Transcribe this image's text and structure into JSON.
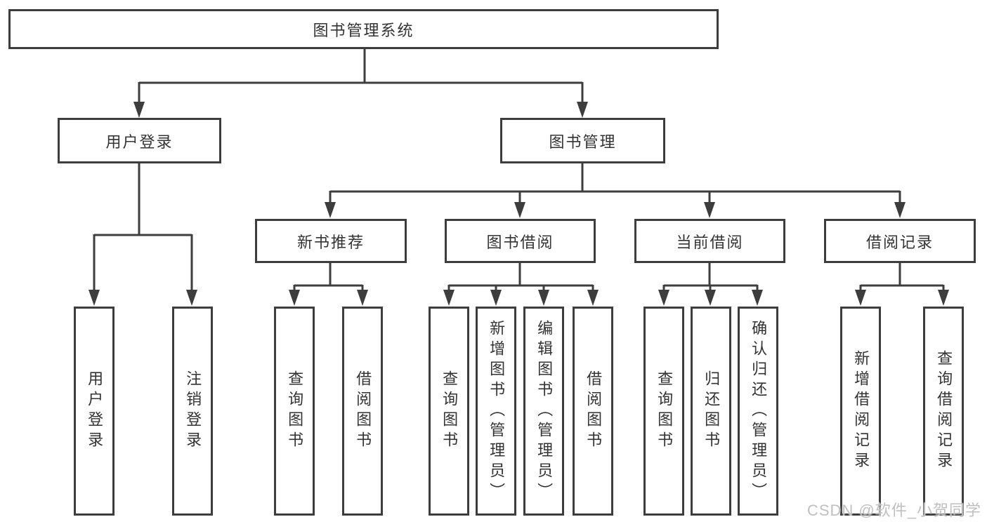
{
  "colors": {
    "line": "#3d3d3d",
    "text": "#333333",
    "background": "#ffffff",
    "watermark": "#bfbfbf"
  },
  "watermark": {
    "text": "CSDN @软件_小贺同学"
  },
  "tree": {
    "root": {
      "label": "图书管理系统"
    },
    "children": [
      {
        "label": "用户登录",
        "children": [
          {
            "label": "用户登录"
          },
          {
            "label": "注销登录"
          }
        ]
      },
      {
        "label": "图书管理",
        "children": [
          {
            "label": "新书推荐",
            "children": [
              {
                "label": "查询图书"
              },
              {
                "label": "借阅图书"
              }
            ]
          },
          {
            "label": "图书借阅",
            "children": [
              {
                "label": "查询图书"
              },
              {
                "label": "新增图书（管理员）"
              },
              {
                "label": "编辑图书（管理员）"
              },
              {
                "label": "借阅图书"
              }
            ]
          },
          {
            "label": "当前借阅",
            "children": [
              {
                "label": "查询图书"
              },
              {
                "label": "归还图书"
              },
              {
                "label": "确认归还（管理员）"
              }
            ]
          },
          {
            "label": "借阅记录",
            "children": [
              {
                "label": "新增借阅记录"
              },
              {
                "label": "查询借阅记录"
              }
            ]
          }
        ]
      }
    ]
  }
}
